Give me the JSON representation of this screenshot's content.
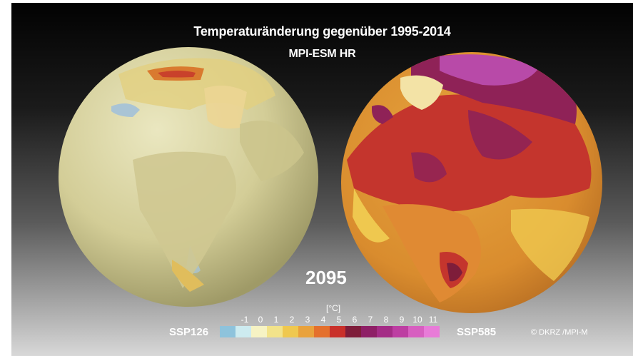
{
  "title": "Temperaturänderung gegenüber 1995-2014",
  "model": "MPI-ESM HR",
  "year": "2095",
  "unit": "[°C]",
  "scenario_left": "SSP126",
  "scenario_right": "SSP585",
  "credit": "© DKRZ /MPI-M",
  "legend": {
    "ticks": [
      "-1",
      "0",
      "1",
      "2",
      "3",
      "4",
      "5",
      "6",
      "7",
      "8",
      "9",
      "10",
      "11"
    ],
    "colors": [
      "#8ec3dc",
      "#cdebf0",
      "#f6f3c4",
      "#f2e38a",
      "#efc84f",
      "#e9a23c",
      "#e4702c",
      "#c9302a",
      "#7e1d3a",
      "#8e1f66",
      "#a42c86",
      "#bd3ea2",
      "#d75fc0",
      "#e87bd8"
    ]
  },
  "globe_colors": {
    "cool_globe_base": "#d9d5a2",
    "warm_globe_base": "#e5a53b",
    "hot": "#c4352d",
    "very_hot": "#8f2257",
    "extreme": "#b84aa8"
  }
}
